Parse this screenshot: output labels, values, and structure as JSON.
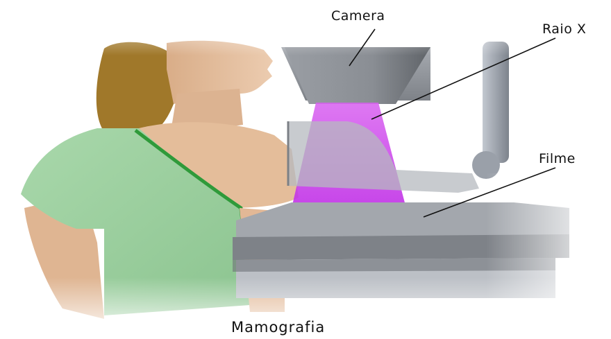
{
  "labels": {
    "camera": "Camera",
    "raio_x": "Raio X",
    "filme": "Filme"
  },
  "caption": "Mamografia",
  "colors": {
    "gown": "#9ccf9f",
    "gown_trim": "#2f9a3a",
    "skin": "#e6bf9c",
    "hair": "#a0782a",
    "metal": "#8c9096",
    "xray_beam": "#c040e8"
  }
}
